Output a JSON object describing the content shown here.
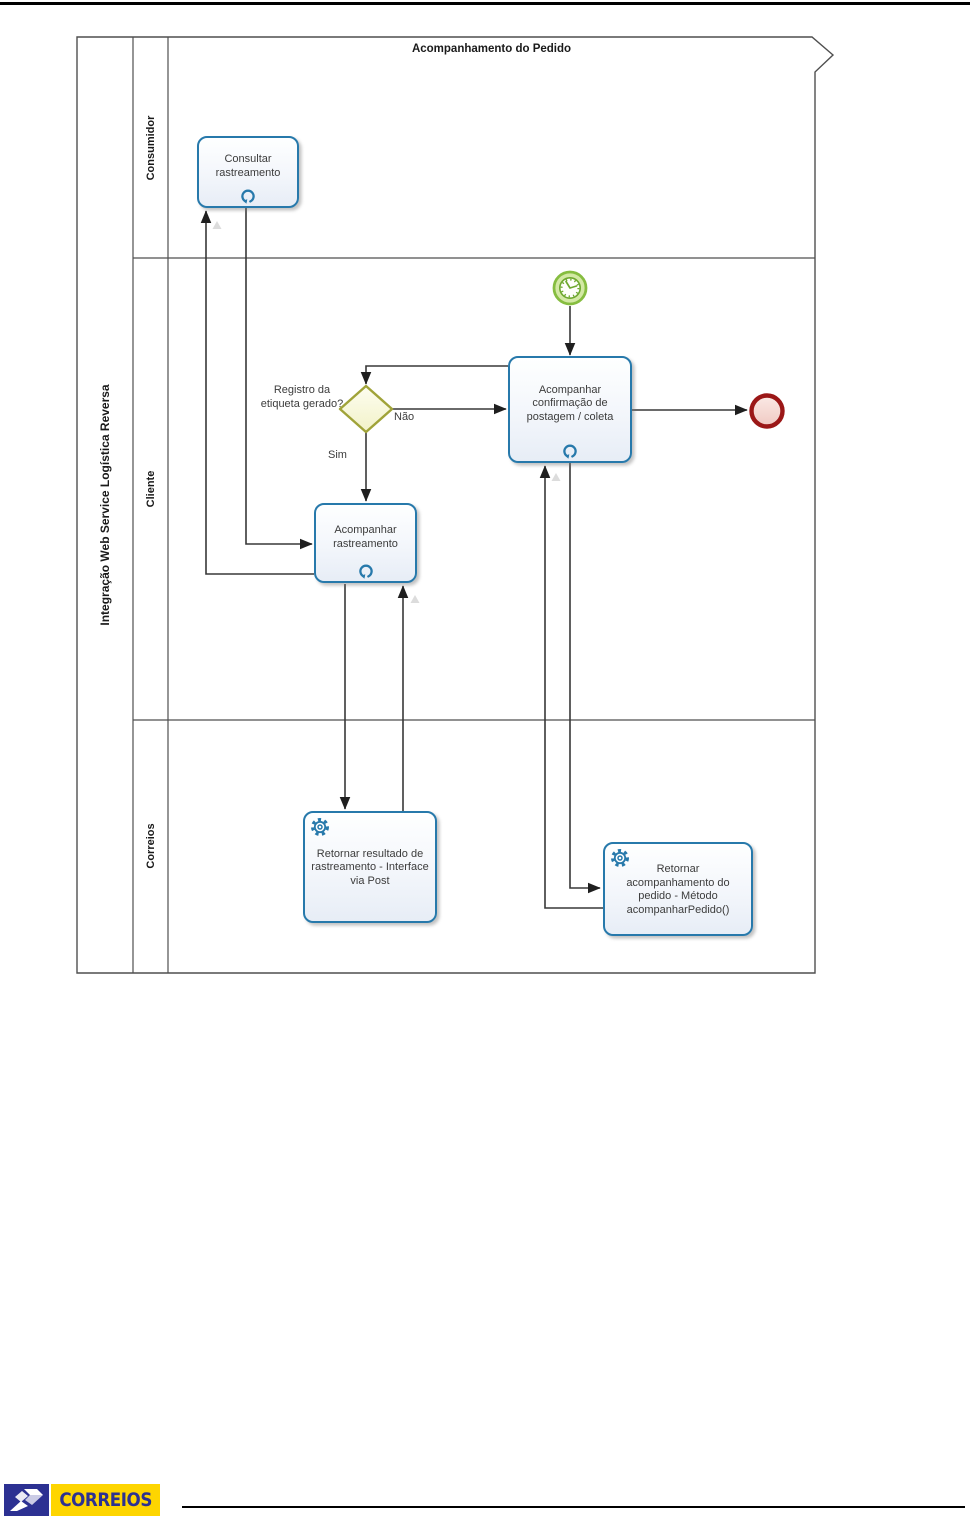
{
  "header": {
    "title": "Acompanhamento do Pedido"
  },
  "pool": {
    "label": "Integração Web Service Logística Reversa",
    "lanes": [
      {
        "label": "Consumidor"
      },
      {
        "label": "Cliente"
      },
      {
        "label": "Correios"
      }
    ]
  },
  "tasks": {
    "consultar_rastreamento": {
      "label": "Consultar rastreamento",
      "marker": "loop"
    },
    "acompanhar_confirmacao": {
      "label": "Acompanhar confirmação de postagem / coleta",
      "marker": "loop"
    },
    "acompanhar_rastreamento": {
      "label": "Acompanhar rastreamento",
      "marker": "loop"
    },
    "retornar_resultado": {
      "label": "Retornar resultado de rastreamento - Interface via Post",
      "marker": "service"
    },
    "retornar_acompanhamento": {
      "label": "Retornar acompanhamento do pedido - Método acompanharPedido()",
      "marker": "service"
    }
  },
  "gateway": {
    "question": "Registro da etiqueta gerado?",
    "no_label": "Não",
    "yes_label": "Sim"
  },
  "events": {
    "start": "timer-start-event",
    "end": "end-event"
  },
  "colors": {
    "task_border": "#2779ab",
    "gateway_border": "#a0a339",
    "timer_green": "#86bd40",
    "end_red": "#9b1717",
    "logo_blue": "#2c3192",
    "logo_yellow": "#fed500"
  },
  "footer": {
    "logo_text": "CORREIOS"
  }
}
